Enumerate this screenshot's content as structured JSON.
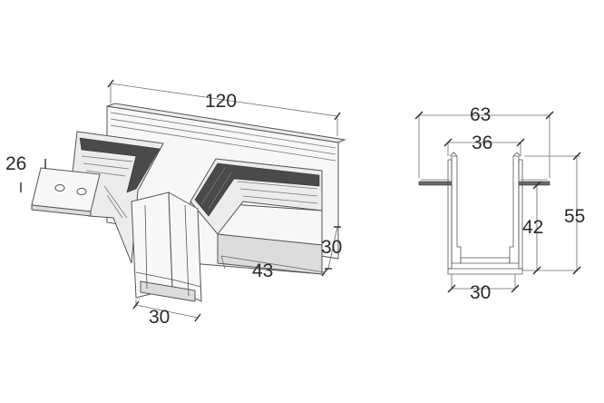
{
  "iso_view": {
    "dim_length": "120",
    "dim_plate": "26",
    "dim_height": "30",
    "dim_branch": "43",
    "dim_width": "30"
  },
  "section_view": {
    "dim_flange": "63",
    "dim_inner": "36",
    "dim_depth": "42",
    "dim_total": "55",
    "dim_width": "30"
  }
}
